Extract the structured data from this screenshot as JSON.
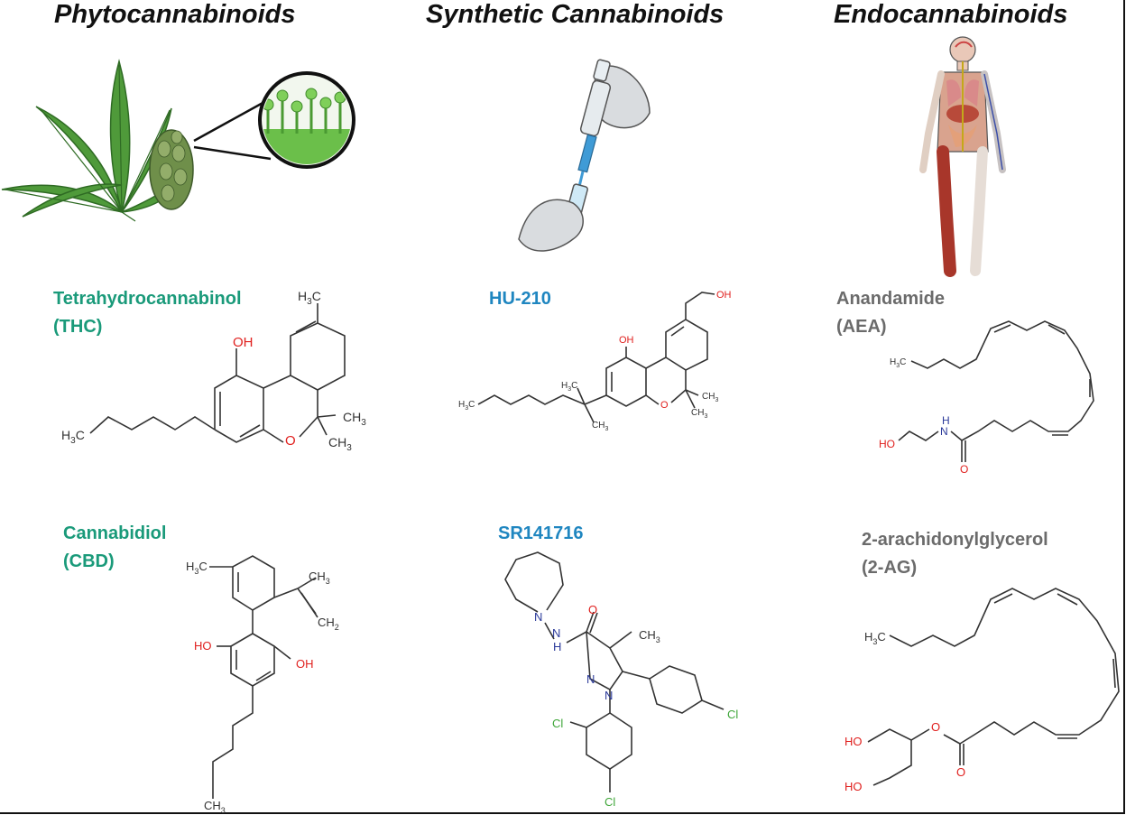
{
  "columns": [
    {
      "title": "Phytocannabinoids"
    },
    {
      "title": "Synthetic Cannabinoids"
    },
    {
      "title": "Endocannabinoids"
    }
  ],
  "compounds": {
    "thc": {
      "name": "Tetrahydrocannabinol",
      "abbr": "(THC)"
    },
    "cbd": {
      "name": "Cannabidiol",
      "abbr": "(CBD)"
    },
    "hu210": {
      "name": "HU-210"
    },
    "sr": {
      "name": "SR141716"
    },
    "aea": {
      "name": "Anandamide",
      "abbr": "(AEA)"
    },
    "ag": {
      "name": "2-arachidonylglycerol",
      "abbr": "(2-AG)"
    }
  },
  "colors": {
    "phyto": "#1a9a7a",
    "synthetic": "#1f86c0",
    "endo": "#6b6b6b",
    "oxygen": "#e0201e",
    "nitrogen": "#2b3a9a",
    "chlorine": "#3fa639"
  },
  "atoms": {
    "OH": "OH",
    "HO": "HO",
    "O": "O",
    "N": "N",
    "H": "H",
    "Cl": "Cl",
    "CH3": "CH",
    "H3C": "H",
    "CH2": "CH",
    "sub3": "3",
    "sub2": "2"
  },
  "icons": [
    "cannabis-leaf-icon",
    "cannabis-bud-icon",
    "trichome-magnifier-icon",
    "pipette-icon",
    "gloved-hand-icon",
    "vial-icon",
    "human-anatomy-icon"
  ]
}
